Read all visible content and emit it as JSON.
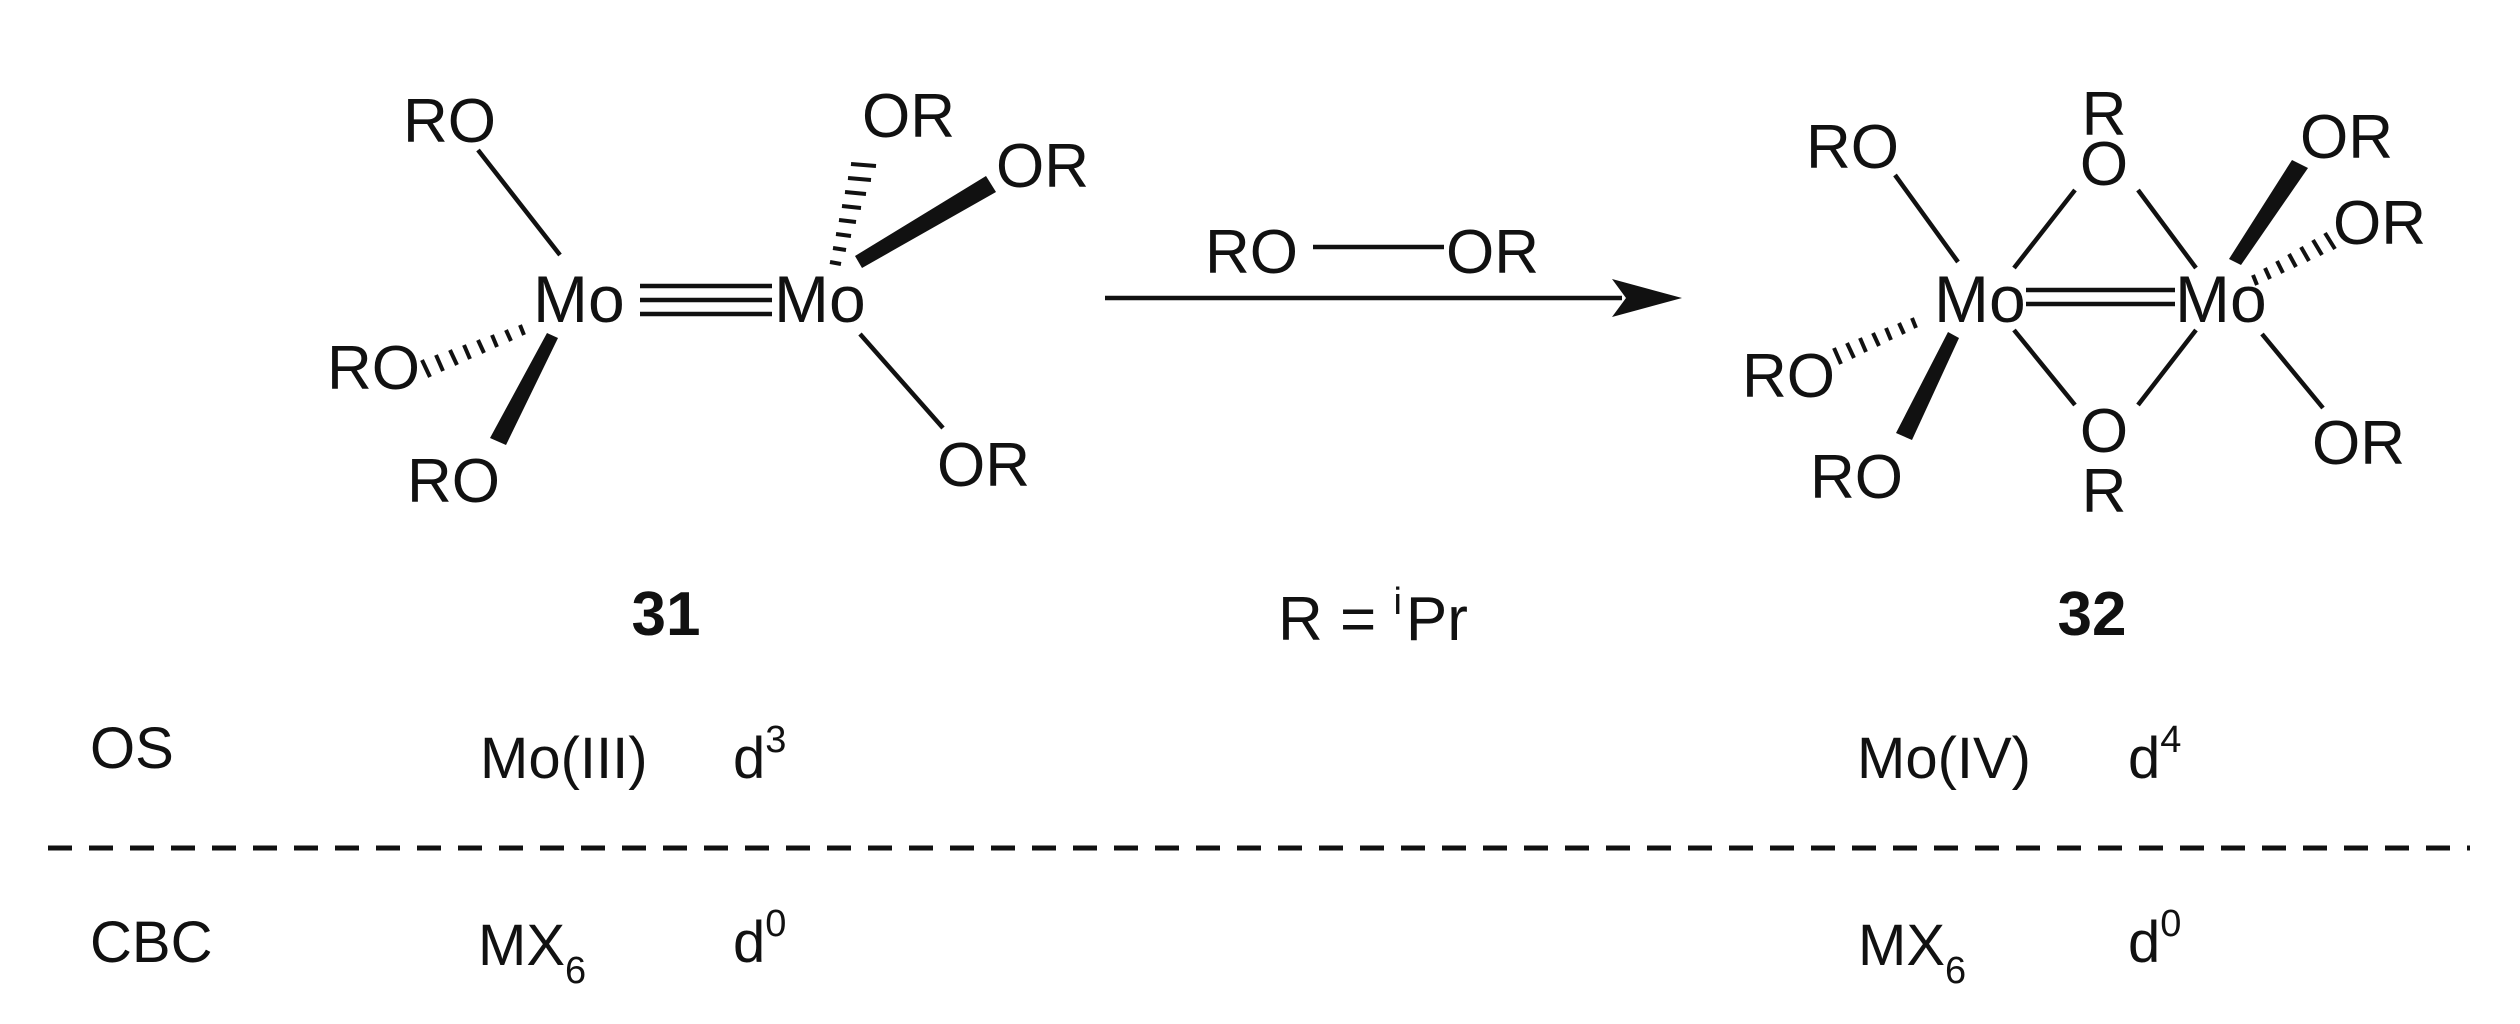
{
  "scheme": {
    "reactant": {
      "number": "31",
      "metal": "Mo",
      "ligand": "RO",
      "ligand_right": "OR"
    },
    "reagent": {
      "left": "RO",
      "right": "OR",
      "r_def": "R = ",
      "r_sup": "i",
      "r_group": "Pr"
    },
    "product": {
      "number": "32",
      "metal": "Mo",
      "ligand": "RO",
      "ligand_right": "OR",
      "bridge_o": "O",
      "bridge_r": "R"
    }
  },
  "table": {
    "os": {
      "label": "OS",
      "left_state": "Mo(III)",
      "left_d": "d",
      "left_d_sup": "3",
      "right_state": "Mo(IV)",
      "right_d": "d",
      "right_d_sup": "4"
    },
    "cbc": {
      "label": "CBC",
      "left_class": "MX",
      "left_class_sub": "6",
      "left_d": "d",
      "left_d_sup": "0",
      "right_class": "MX",
      "right_class_sub": "6",
      "right_d": "d",
      "right_d_sup": "0"
    }
  }
}
